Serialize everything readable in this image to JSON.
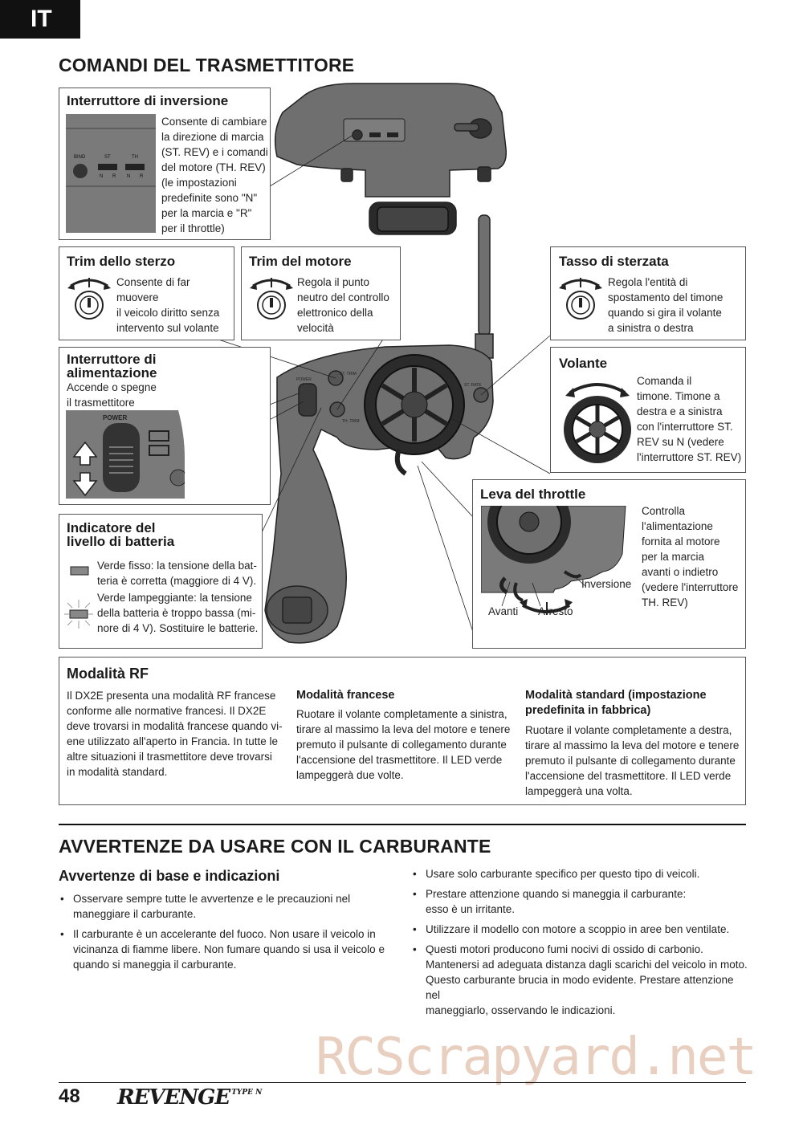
{
  "lang_tab": "IT",
  "section1": {
    "title": "COMANDI DEL TRASMETTITORE"
  },
  "inversion": {
    "title": "Interruttore di inversione",
    "lines": [
      "Consente di cambiare",
      "la direzione di marcia",
      "(ST. REV) e i comandi",
      "del motore (TH. REV)",
      "(le impostazioni",
      "predefinite sono \"N\"",
      "per la marcia e \"R\"",
      "per il throttle)"
    ],
    "panel": {
      "bind": "BIND",
      "st": "ST",
      "th": "TH",
      "n1": "N",
      "r1": "R",
      "n2": "N",
      "r2": "R"
    }
  },
  "steer_trim": {
    "title": "Trim dello sterzo",
    "lines": [
      "Consente di far muovere",
      "il veicolo diritto senza",
      "intervento sul volante"
    ]
  },
  "throttle_trim": {
    "title": "Trim del motore",
    "lines": [
      "Regola il punto",
      "neutro del controllo",
      "elettronico della",
      "velocità"
    ]
  },
  "steer_rate": {
    "title": "Tasso di sterzata",
    "lines": [
      "Regola l'entità di",
      "spostamento del timone",
      "quando si gira il volante",
      "a sinistra o destra"
    ]
  },
  "power_switch": {
    "title_lines": [
      "Interruttore di",
      "alimentazione"
    ],
    "lines": [
      "Accende o spegne",
      "il trasmettitore"
    ],
    "label": "POWER"
  },
  "wheel": {
    "title": "Volante",
    "lines": [
      "Comanda il",
      "timone. Timone a",
      "destra e a sinistra",
      "con l'interruttore ST.",
      "REV su N (vedere",
      "l'interruttore ST. REV)"
    ]
  },
  "throttle_lever": {
    "title": "Leva del throttle",
    "lines": [
      "Controlla",
      "l'alimentazione",
      "fornita al motore",
      "per la marcia",
      "avanti o indietro",
      "(vedere l'interruttore",
      "TH. REV)"
    ],
    "inversione": "Inversione",
    "avanti": "Avanti",
    "arresto": "Arresto"
  },
  "battery": {
    "title_lines": [
      "Indicatore del",
      "livello di batteria"
    ],
    "solid_lines": [
      "Verde fisso: la tensione della bat-",
      "teria è corretta (maggiore di 4 V)."
    ],
    "blink_lines": [
      "Verde lampeggiante: la tensione",
      "della batteria è troppo bassa (mi-",
      "nore di 4 V). Sostituire le batterie."
    ]
  },
  "tx_labels": {
    "st_trim": "ST. TRIM",
    "th_trim": "TH. TRIM",
    "st_rate": "ST. RATE",
    "power": "POWER"
  },
  "rf": {
    "title": "Modalità RF",
    "col1": [
      "Il DX2E presenta una modalità RF francese",
      "conforme alle normative francesi. Il DX2E",
      "deve trovarsi in modalità francese quando vi-",
      "ene utilizzato all'aperto in Francia. In tutte le",
      "altre situazioni il trasmettitore deve trovarsi",
      "in modalità standard."
    ],
    "col2_title": "Modalità francese",
    "col2": [
      "Ruotare il volante completamente a sinistra,",
      "tirare al massimo la leva del motore e tenere",
      "premuto il pulsante di collegamento durante",
      "l'accensione del trasmettitore. Il LED verde",
      "lampeggerà due volte."
    ],
    "col3_title_lines": [
      "Modalità standard (impostazione",
      "predefinita in fabbrica)"
    ],
    "col3": [
      "Ruotare il volante completamente a destra,",
      "tirare al massimo la leva del motore e tenere",
      "premuto il pulsante di collegamento durante",
      "l'accensione del trasmettitore. Il LED verde",
      "lampeggerà una volta."
    ]
  },
  "section2": {
    "title": "AVVERTENZE DA USARE CON IL CARBURANTE",
    "subtitle": "Avvertenze di base e indicazioni",
    "left_bullets": [
      [
        "Osservare sempre tutte le avvertenze e le precauzioni nel",
        "maneggiare il carburante."
      ],
      [
        "Il carburante è un accelerante del fuoco. Non usare il veicolo in",
        "vicinanza di fiamme libere. Non fumare quando si usa il veicolo e",
        "quando si maneggia il carburante."
      ]
    ],
    "right_bullets": [
      [
        "Usare solo carburante specifico per questo tipo di veicoli."
      ],
      [
        "Prestare attenzione quando si maneggia il carburante:",
        "esso è un irritante."
      ],
      [
        "Utilizzare il modello con motore a scoppio in aree ben ventilate."
      ],
      [
        "Questi motori producono fumi nocivi di ossido di carbonio.",
        "Mantenersi ad adeguata distanza dagli scarichi del veicolo in moto.",
        "Questo carburante brucia in modo evidente. Prestare attenzione nel",
        "maneggiarlo, osservando le indicazioni."
      ]
    ]
  },
  "footer": {
    "page": "48",
    "logo": "REVENGE",
    "logo_sup": "TYPE N"
  },
  "watermark": "RCScrapyard.net"
}
